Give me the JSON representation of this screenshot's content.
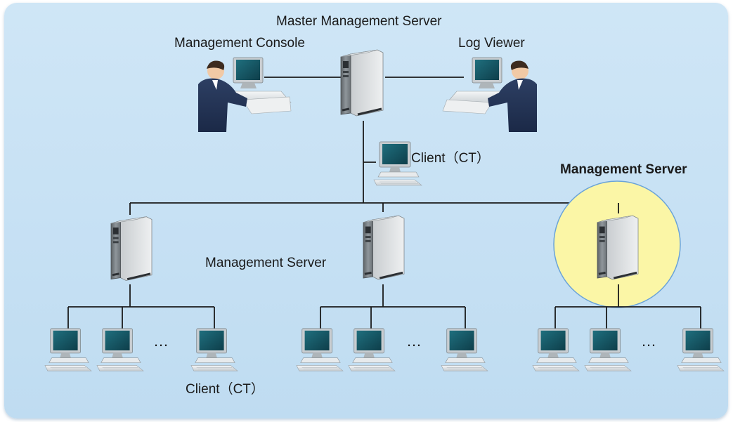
{
  "labels": {
    "master_server": "Master Management Server",
    "management_console": "Management Console",
    "log_viewer": "Log Viewer",
    "client_top": "Client（CT）",
    "management_server_mid": "Management Server",
    "management_server_highlight": "Management Server",
    "client_bottom": "Client（CT）",
    "ellipsis": "…"
  },
  "colors": {
    "background": "#c7e1f4",
    "line": "#1a1a1a",
    "highlight_fill": "#fbf6a6",
    "highlight_stroke": "#6aa3d8"
  }
}
